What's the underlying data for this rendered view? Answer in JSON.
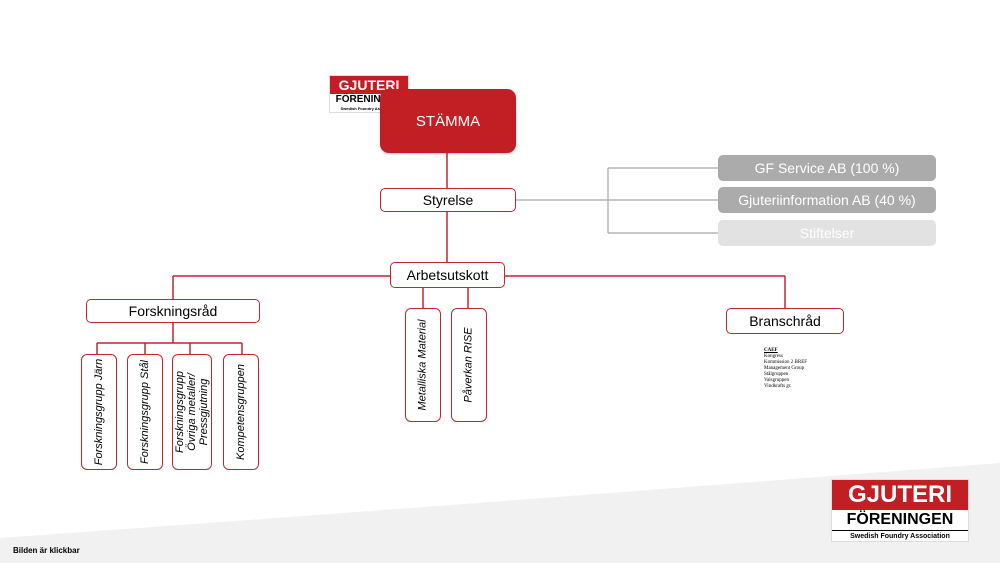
{
  "logo_small": {
    "line1": "GJUTERI",
    "line2": "FÖRENINGEN",
    "line3": "Swedish Foundry Association"
  },
  "logo_large": {
    "line1": "GJUTERI",
    "line2": "FÖRENINGEN",
    "line3": "Swedish Foundry Association"
  },
  "nodes": {
    "stamma": "STÄMMA",
    "styrelse": "Styrelse",
    "arbetsutskott": "Arbetsutskott",
    "forskningsrad": "Forskningsråd",
    "branschrad": "Branschråd"
  },
  "subsidiaries": [
    {
      "label": "GF Service AB (100 %)",
      "color": "#ababab"
    },
    {
      "label": "Gjuteriinformation AB (40 %)",
      "color": "#ababab"
    },
    {
      "label": "Stiftelser",
      "color": "#e2e2e2"
    }
  ],
  "research_groups": [
    "Forskningsgrupp Järn",
    "Forskningsgrupp Stål",
    "Forskningsgrupp Övriga metaller/ Pressgjutning",
    "Kompetensgruppen"
  ],
  "committees": [
    "Metalliska Material",
    "Påverkan RISE"
  ],
  "bransch_list": {
    "heading": "CAEF",
    "items": [
      "Kongress",
      "Kommission 2 BREF",
      "Management Group",
      "Stålgruppen",
      "Valsgruppen",
      "Vindkrafts gr."
    ]
  },
  "caption": "Bilden är klickbar",
  "colors": {
    "brand_red": "#c21f25",
    "connector": "#c0272d",
    "sub_connector": "#a6a6a6"
  }
}
